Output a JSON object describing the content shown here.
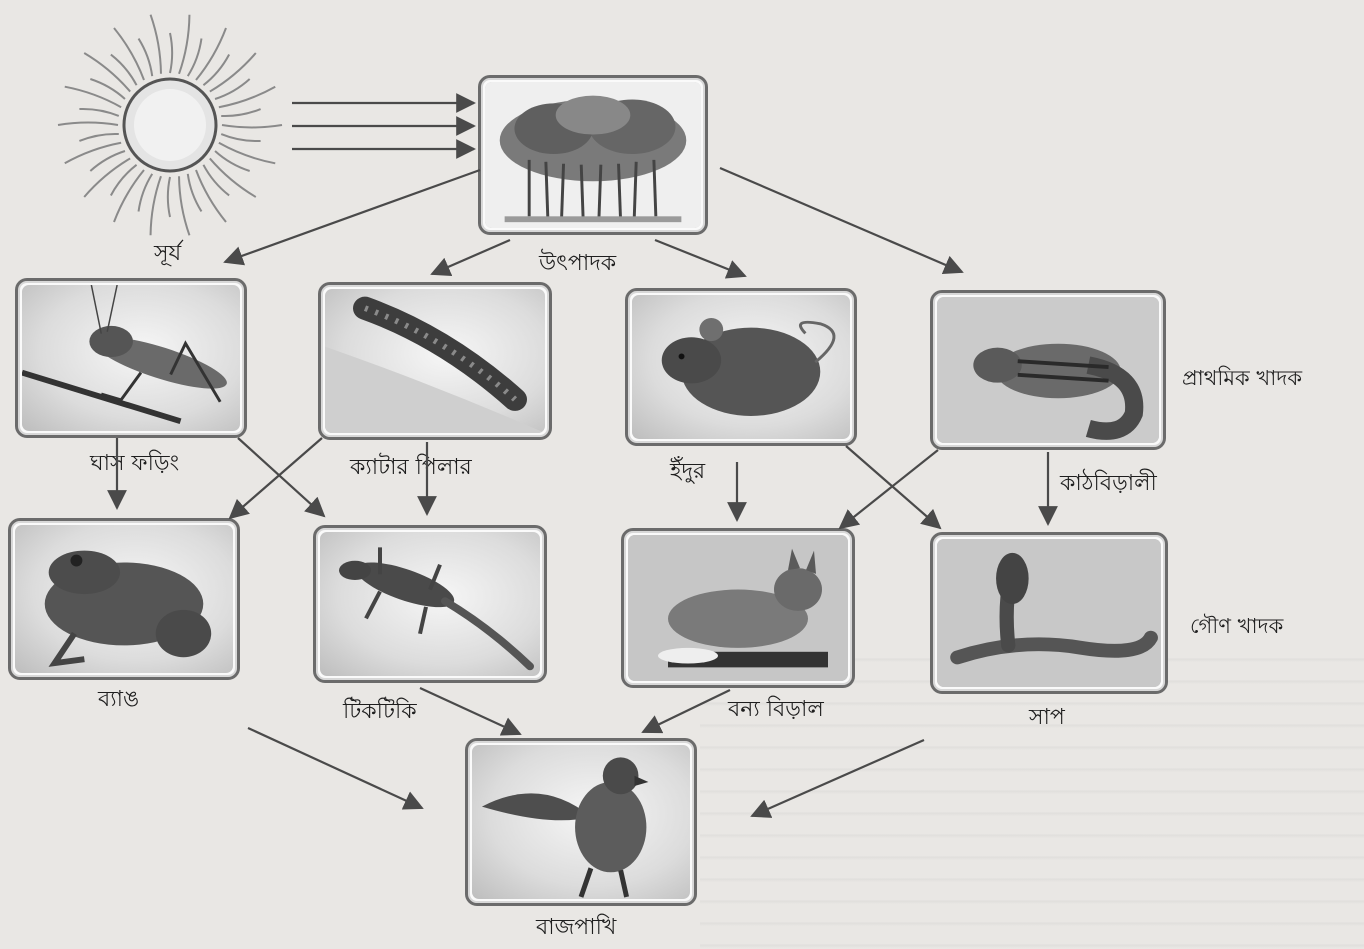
{
  "diagram": {
    "nodes": [
      {
        "id": "sun",
        "label": "সূর্য",
        "icon": "sun-icon"
      },
      {
        "id": "producer",
        "label": "উৎপাদক",
        "icon": "banyan-tree-icon"
      },
      {
        "id": "grasshopper",
        "label": "ঘাস ফড়িং",
        "icon": "grasshopper-icon"
      },
      {
        "id": "caterpillar",
        "label": "ক্যাটার পিলার",
        "icon": "caterpillar-icon"
      },
      {
        "id": "mouse",
        "label": "ইঁদুর",
        "icon": "mouse-icon"
      },
      {
        "id": "squirrel",
        "label": "কাঠবিড়ালী",
        "icon": "squirrel-icon"
      },
      {
        "id": "frog",
        "label": "ব্যাঙ",
        "icon": "frog-icon"
      },
      {
        "id": "lizard",
        "label": "টিকটিকি",
        "icon": "lizard-icon"
      },
      {
        "id": "wildcat",
        "label": "বন্য বিড়াল",
        "icon": "wildcat-icon"
      },
      {
        "id": "snake",
        "label": "সাপ",
        "icon": "cobra-icon"
      },
      {
        "id": "hawk",
        "label": "বাজপাখি",
        "icon": "hawk-icon"
      }
    ],
    "tiers": {
      "primary": "প্রাথমিক খাদক",
      "secondary": "গৌণ খাদক"
    },
    "edges": [
      [
        "sun",
        "producer"
      ],
      [
        "producer",
        "grasshopper"
      ],
      [
        "producer",
        "caterpillar"
      ],
      [
        "producer",
        "mouse"
      ],
      [
        "producer",
        "squirrel"
      ],
      [
        "grasshopper",
        "frog"
      ],
      [
        "grasshopper",
        "lizard"
      ],
      [
        "caterpillar",
        "frog"
      ],
      [
        "caterpillar",
        "lizard"
      ],
      [
        "mouse",
        "wildcat"
      ],
      [
        "mouse",
        "snake"
      ],
      [
        "squirrel",
        "wildcat"
      ],
      [
        "squirrel",
        "snake"
      ],
      [
        "frog",
        "hawk"
      ],
      [
        "lizard",
        "hawk"
      ],
      [
        "wildcat",
        "hawk"
      ],
      [
        "snake",
        "hawk"
      ]
    ]
  },
  "colors": {
    "ink": "#1e1e1e",
    "arrow": "#4a4a4a",
    "frame": "#6b6b6b",
    "paper": "#e9e7e4"
  }
}
